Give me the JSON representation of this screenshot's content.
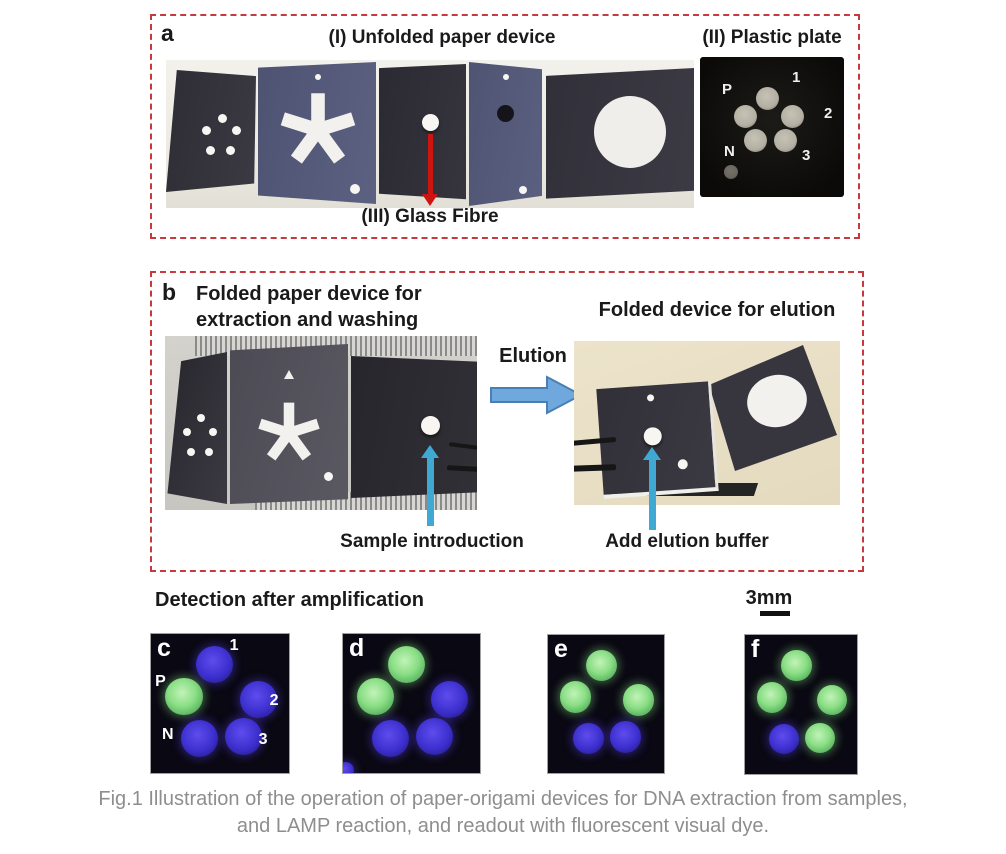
{
  "panel_a": {
    "label": "a",
    "title_unfolded": "(I) Unfolded paper device",
    "title_plate": "(II) Plastic plate",
    "glass_fibre_label": "(III) Glass Fibre",
    "plate_label_p": "P",
    "plate_label_n": "N",
    "plate_label_1": "1",
    "plate_label_2": "2",
    "plate_label_3": "3"
  },
  "panel_b": {
    "label": "b",
    "title_left_line1": "Folded paper device for",
    "title_left_line2": "extraction and washing",
    "title_right": "Folded device for elution",
    "elution_label": "Elution",
    "sample_label": "Sample introduction",
    "buffer_label": "Add elution buffer"
  },
  "detection": {
    "title": "Detection after amplification",
    "scale_label": "3mm",
    "dot_order": [
      "top",
      "middle-left",
      "middle-right",
      "bottom-left",
      "bottom-right"
    ],
    "panels": [
      {
        "label": "c",
        "dots": [
          "blue",
          "green",
          "blue",
          "blue",
          "blue"
        ],
        "well_labels": [
          "1",
          "P",
          "2",
          "N",
          "3"
        ],
        "corner_dot": false
      },
      {
        "label": "d",
        "dots": [
          "green",
          "green",
          "blue",
          "blue",
          "blue"
        ],
        "corner_dot": true
      },
      {
        "label": "e",
        "dots": [
          "green",
          "green",
          "green",
          "blue",
          "blue"
        ],
        "corner_dot": false
      },
      {
        "label": "f",
        "dots": [
          "green",
          "green",
          "green",
          "blue",
          "green"
        ],
        "corner_dot": false
      }
    ]
  },
  "caption": {
    "line1": "Fig.1 Illustration of the operation of paper-origami devices for DNA extraction from samples,",
    "line2": "and LAMP reaction, and readout with fluorescent visual dye."
  },
  "colors": {
    "dashed_border": "#c53a3e",
    "green_dot": "#8ade85",
    "blue_dot": "#3c2fce",
    "elution_arrow_blue": "#6fa8dc",
    "pointer_arrow_cyan": "#3fa9d4",
    "glass_fibre_arrow_red": "#cc1511",
    "caption_gray": "#8e8e8e",
    "paper_panel_dark": "#35343c",
    "paper_panel_blue": "#565b7a"
  }
}
